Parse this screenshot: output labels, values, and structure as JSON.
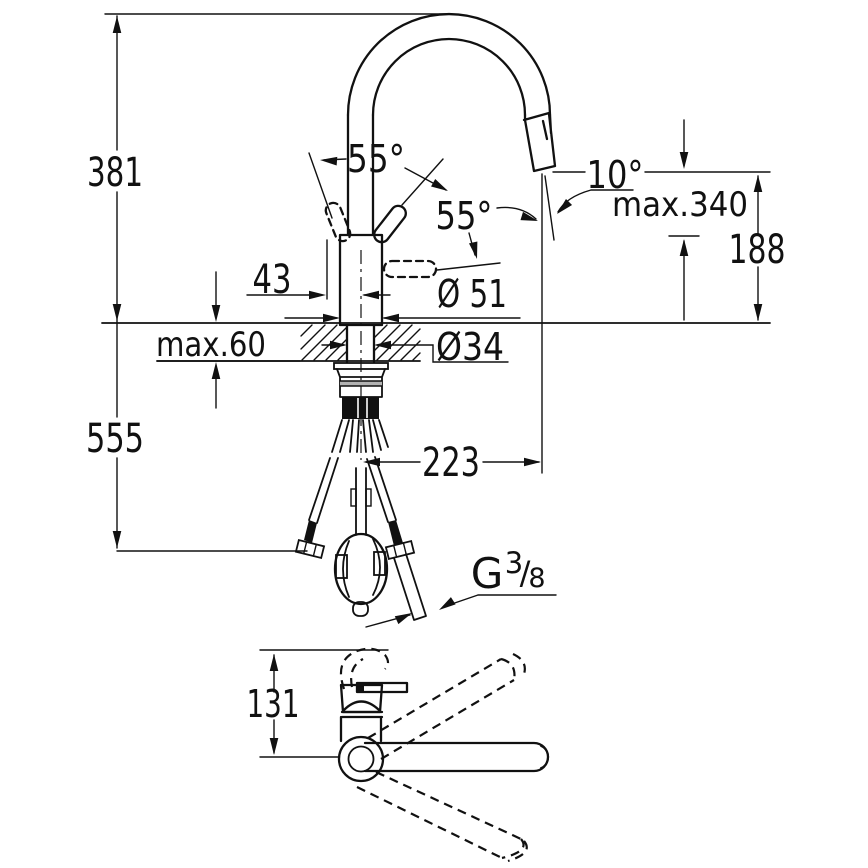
{
  "title": "Kitchen faucet technical dimension drawing",
  "colors": {
    "line": "#111111",
    "background": "#ffffff",
    "band_gray": "#b3b3b3"
  },
  "dims": {
    "overall_height": "381",
    "below_counter_depth": "555",
    "lever_tilt_angle": "55°",
    "lever_open_angle": "55°",
    "spray_tilt_angle": "10°",
    "pullout_extension": "max.340",
    "outlet_height": "188",
    "lever_projection": "43",
    "body_diameter": "Ø 51",
    "deck_thickness": "max.60",
    "hole_diameter": "Ø34",
    "spout_reach": "223",
    "top_view_height": "131",
    "thread": {
      "prefix": "G",
      "numerator": "3",
      "slash": "/",
      "denominator": "8"
    }
  }
}
